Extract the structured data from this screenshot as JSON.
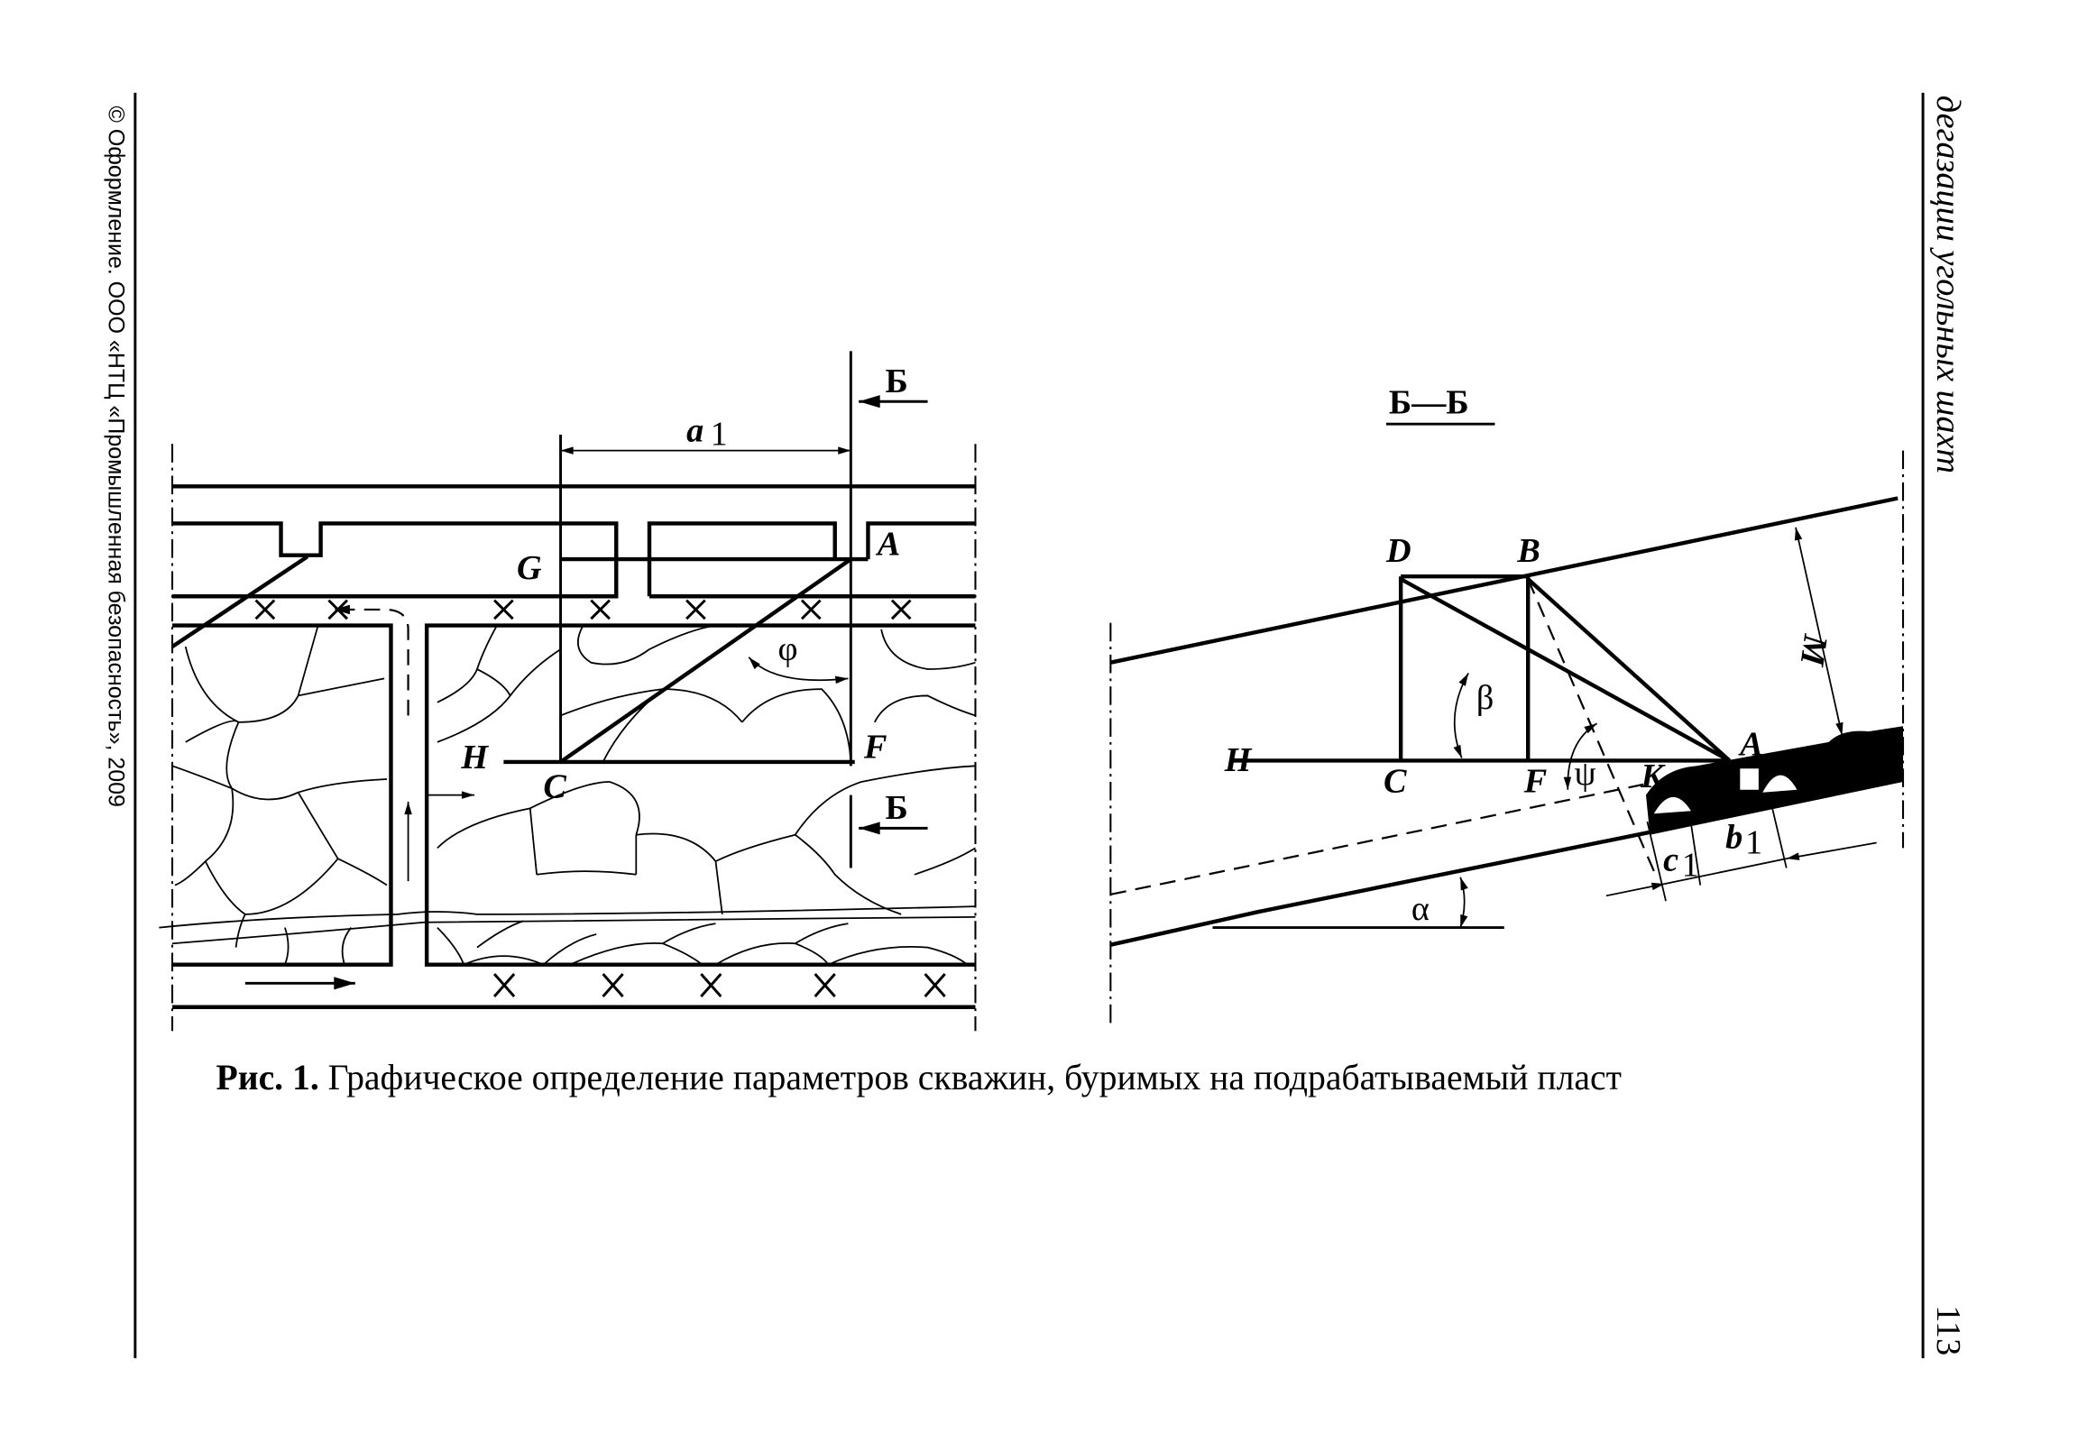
{
  "page": {
    "copyright": "© Оформление. ООО «НТЦ «Промышленная безопасность», 2009",
    "running_header": "дегазации угольных шахт",
    "page_number": "113"
  },
  "figure": {
    "caption_number": "Рис. 1.",
    "caption_text": " Графическое определение параметров скважин, буримых на подрабатываемый пласт",
    "plan_view": {
      "labels": {
        "G": "G",
        "A": "A",
        "H": "H",
        "C": "C",
        "F": "F",
        "a1": "a",
        "a1_sub": "1",
        "phi": "φ",
        "section_top": "Б",
        "section_bottom": "Б"
      }
    },
    "section_view": {
      "title": "Б—Б",
      "labels": {
        "D": "D",
        "B": "B",
        "H": "H",
        "C": "C",
        "F": "F",
        "K": "K",
        "A": "A",
        "M": "M",
        "beta": "β",
        "psi": "ψ",
        "alpha": "α",
        "c1": "c",
        "c1_sub": "1",
        "b1": "b",
        "b1_sub": "1"
      }
    }
  }
}
